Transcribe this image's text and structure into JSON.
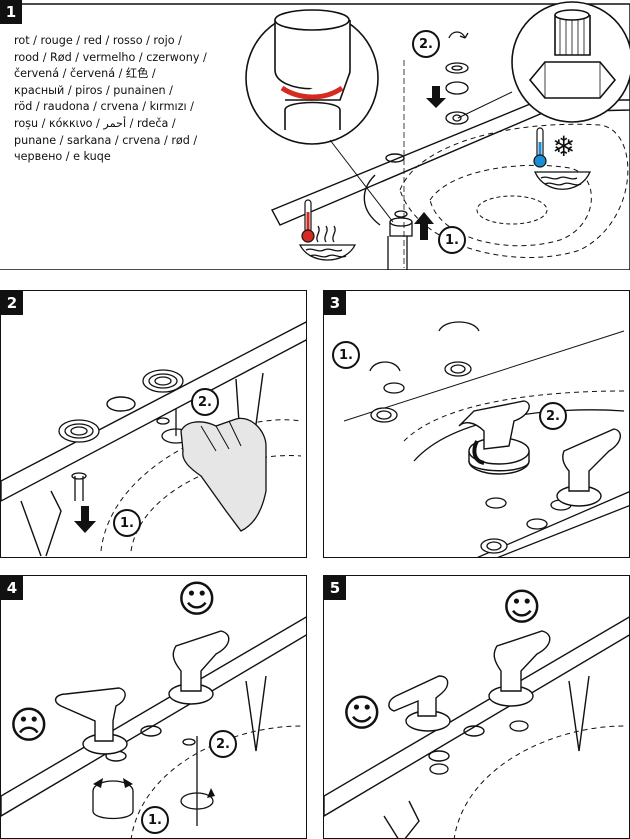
{
  "steps": [
    {
      "number": "1",
      "callouts": [
        "1.",
        "2."
      ]
    },
    {
      "number": "2",
      "callouts": [
        "1.",
        "2."
      ]
    },
    {
      "number": "3",
      "callouts": [
        "1.",
        "2."
      ]
    },
    {
      "number": "4",
      "callouts": [
        "1.",
        "2."
      ]
    },
    {
      "number": "5",
      "callouts": []
    }
  ],
  "color_names": [
    "rot / rouge / red / rosso / rojo /",
    "rood / Rød / vermelho / czerwony /",
    "červená / červená / 红色 /",
    "красный / piros / punainen /",
    "röd / raudona / crvena / kırmızı /",
    "roșu / κόκκινο / أحمر / rdeča /",
    "punane / sarkana / crvena / rød /",
    "червено / e kuqe"
  ],
  "faces": {
    "step4_happy": "☺",
    "step4_sad": "☹",
    "step5_left": "☺",
    "step5_right": "☺"
  },
  "icons": {
    "hot": "thermometer-hot-icon",
    "cold": "thermometer-cold-icon",
    "snowflake": "❄"
  },
  "colors": {
    "hot": "#d42a20",
    "cold": "#1a8fd8",
    "line": "#111111",
    "hand": "#e6e6e6"
  }
}
